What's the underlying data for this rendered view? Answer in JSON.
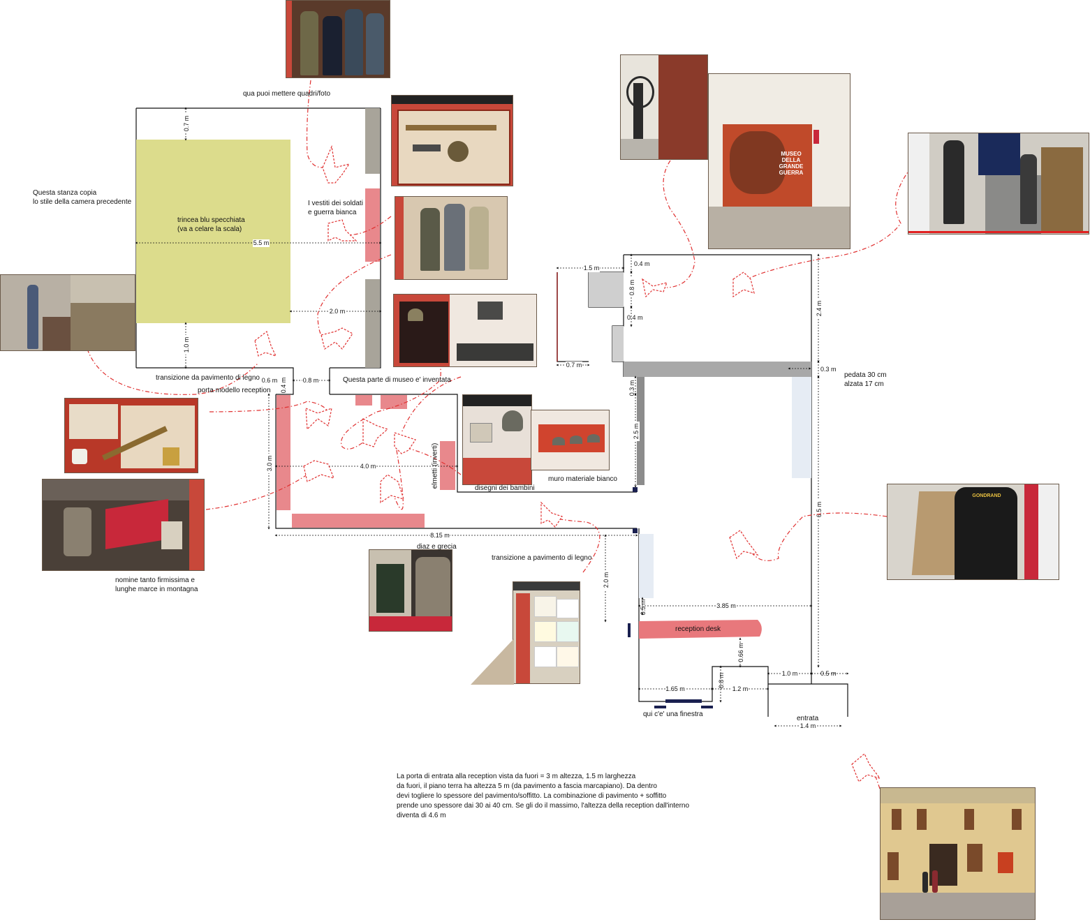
{
  "notes": {
    "quadri_foto": "qua puoi mettere quadri/foto",
    "stanza_copia": "Questa stanza copia\nlo stile della camera precedente",
    "trincea": "trincea blu specchiata\n(va a celare la scala)",
    "vestiti": "I vestiti dei soldati\ne guerra bianca",
    "transizione_legno_1": "transizione da pavimento di legno",
    "porta_modello": "porta modello reception",
    "inventata": "Questa parte di museo e' inventata",
    "elmetti": "elmetti (inverti)",
    "disegni_bambini": "disegni dei bambini",
    "muro_materiale": "muro materiale bianco",
    "diaz_grecia": "diaz e grecia",
    "transizione_legno_2": "transizione a pavimento di legno",
    "nomine": "nomine tanto firmissima e\nlunghe marce in montagna",
    "pedata": "pedata 30 cm\nalzata 17 cm",
    "reception_desk": "reception desk",
    "finestra": "qui c'e' una finestra",
    "entrata": "entrata",
    "porta_entrata_text": "La porta di entrata alla reception vista da fuori = 3 m altezza, 1.5 m larghezza\nda fuori, il piano terra ha altezza 5 m (da pavimento a fascia marcapiano). Da dentro\ndevi togliere lo spessore del pavimento/soffitto. La combinazione di pavimento + soffitto\nprende uno spessore dai 30 ai 40 cm. Se gli do il massimo, l'altezza della reception dall'interno\ndiventa di 4.6 m"
  },
  "dimensions": {
    "d_0_7_top": "0.7 m",
    "d_5_5": "5.5 m",
    "d_2_0_left": "2.0 m",
    "d_1_0": "1.0 m",
    "d_0_6": "0.6 m",
    "d_0_4_left": "0.4 m",
    "d_0_8_left": "0.8 m",
    "d_3_0": "3.0 m",
    "d_4_0": "4.0 m",
    "d_8_15": "8.15 m",
    "d_2_0_mid": "2.0 m",
    "d_1_5": "1.5 m",
    "d_0_4_a": "0.4 m",
    "d_0_8_b": "0.8 m",
    "d_0_4_b": "0.4 m",
    "d_0_7_b": "0.7 m",
    "d_2_4": "2.4 m",
    "d_0_3_a": "0.3 m",
    "d_0_3_b": "0.3 m",
    "d_2_5": "2.5 m",
    "d_6_5": "6.5 m",
    "d_3_85": "3.85 m",
    "d_0_5_a": "0.5 m",
    "d_0_66": "0.66 m",
    "d_1_0_b": "1.0 m",
    "d_0_5_b": "0.5 m",
    "d_1_65": "1.65 m",
    "d_0_8_c": "0.8 m",
    "d_1_2": "1.2 m",
    "d_1_4": "1.4 m"
  },
  "photo_labels": {
    "museo": "MUSEO\nDELLA\nGRANDE\nGUERRA",
    "gondrand": "GONDRAND"
  },
  "colors": {
    "trench_fill": "#dcdc8c",
    "display_pink": "#e8888c",
    "wall_gray": "#a8a49a",
    "dark_gray": "#8c8c8c",
    "light_gray": "#cfcfcf",
    "pale_blue": "#e6ecf4",
    "route_red": "#e03030",
    "navy": "#1a2050",
    "museum_red": "#c8483a"
  },
  "icons": {
    "viewpoint": "camera-viewpoint-icon",
    "route": "dashed-route-line"
  }
}
